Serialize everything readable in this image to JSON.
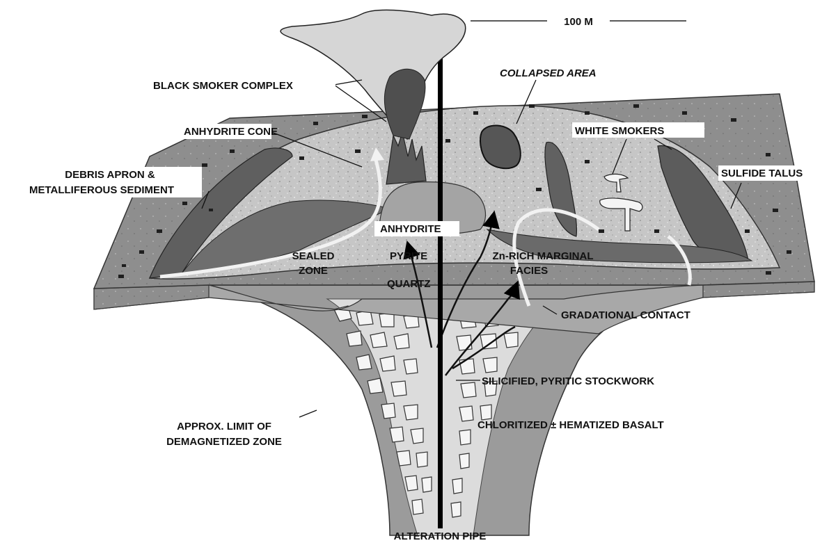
{
  "scale_bar": {
    "label": "100 M"
  },
  "labels": {
    "black_smoker_complex": "BLACK SMOKER COMPLEX",
    "collapsed_area": "COLLAPSED AREA",
    "white_smokers": "WHITE SMOKERS",
    "anhydrite_cone": "ANHYDRITE CONE",
    "debris_apron_1": "DEBRIS APRON &",
    "debris_apron_2": "METALLIFEROUS SEDIMENT",
    "sulfide_talus": "SULFIDE TALUS",
    "anhydrite": "ANHYDRITE",
    "sealed_zone_1": "SEALED",
    "sealed_zone_2": "ZONE",
    "pyrite": "PYRITE",
    "quartz": "QUARTZ",
    "zn_rich_1": "Zn-RICH MARGINAL",
    "zn_rich_2": "FACIES",
    "gradational_contact": "GRADATIONAL CONTACT",
    "stockwork": "SILICIFIED, PYRITIC STOCKWORK",
    "demag_1": "APPROX. LIMIT OF",
    "demag_2": "DEMAGNETIZED ZONE",
    "basalt": "CHLORITIZED ± HEMATIZED BASALT",
    "alteration_pipe": "ALTERATION PIPE"
  },
  "colors": {
    "seafloor": "#8f8f8f",
    "mound": "#c9c9c9",
    "pipe": "#9b9b9b",
    "stockwork": "#d9d9d9",
    "anhydrite_core": "#a4a4a4",
    "dark_facies": "#5a5a5a",
    "arrow": "#000000",
    "flow_arrow": "#f2f2f2"
  }
}
